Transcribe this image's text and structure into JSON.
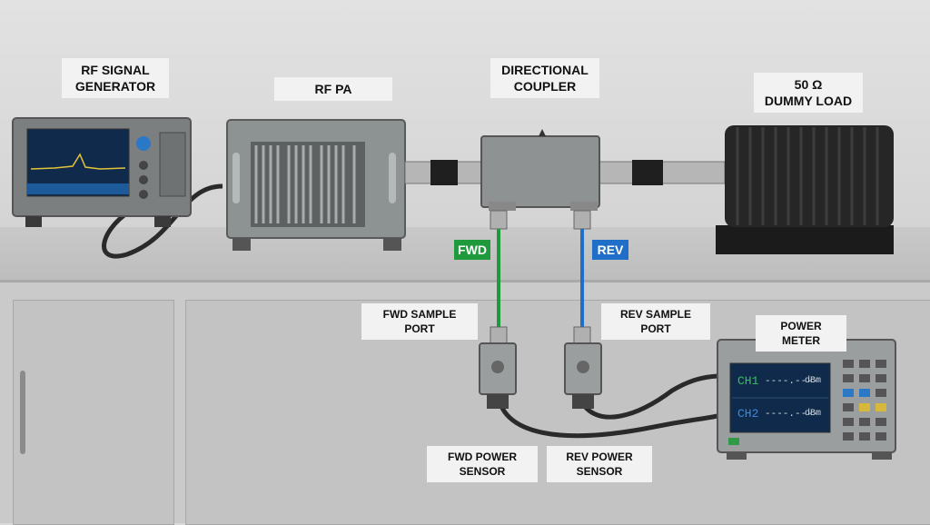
{
  "labels": {
    "rf_signal_generator": "RF SIGNAL\nGENERATOR",
    "rf_pa": "RF PA",
    "directional_coupler": "DIRECTIONAL\nCOUPLER",
    "dummy_load": "50 Ω\nDUMMY LOAD",
    "fwd": "FWD",
    "rev": "REV",
    "fwd_sample_port": "FWD SAMPLE PORT",
    "rev_sample_port": "REV SAMPLE PORT",
    "power_meter": "POWER METER",
    "fwd_power_sensor": "FWD POWER SENSOR",
    "rev_power_sensor": "REV POWER SENSOR"
  },
  "power_meter_display": {
    "ch1_label": "CH1",
    "ch1_value": "----.----",
    "ch1_unit": "dBm",
    "ch2_label": "CH2",
    "ch2_value": "----.----",
    "ch2_unit": "dBm"
  },
  "colors": {
    "fwd": "#1e9a3c",
    "rev": "#1f6fc8",
    "cable": "#2a2a2a",
    "screen": "#0f2a4a"
  }
}
